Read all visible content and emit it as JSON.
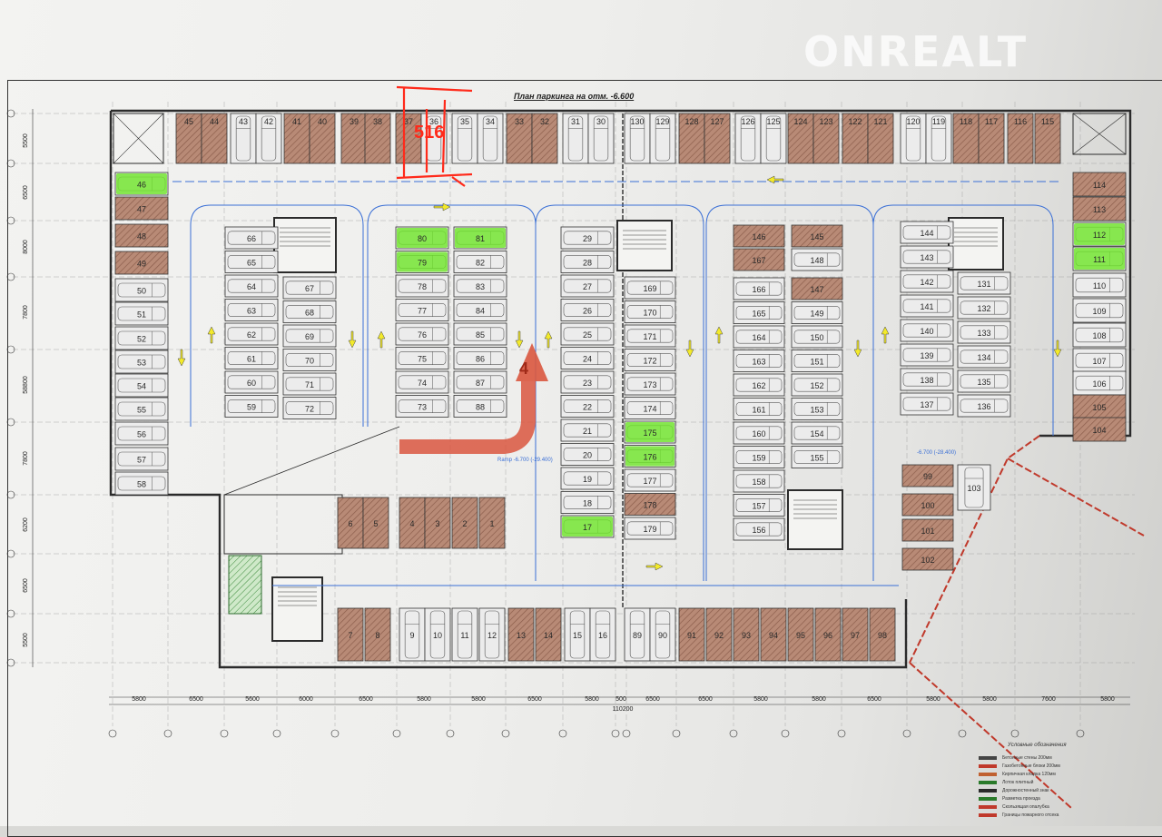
{
  "watermark": {
    "brand": "ONREALT"
  },
  "plan": {
    "title": "План паркинга на отм. -6.600"
  },
  "colors": {
    "line": "#2b2b2b",
    "space_fill": "#ececec",
    "brown_fill": "#b88a76",
    "green_fill": "#7fe03a",
    "red_mark": "#ff2a1a",
    "arrow_yellow": "#f3ea2a",
    "traffic_blue": "#3a6fd6",
    "label_green": "#1c8c2a"
  },
  "spaces": {
    "top_row": [
      "45",
      "44",
      "43",
      "42",
      "41",
      "40",
      "39",
      "38",
      "37",
      "36",
      "35",
      "34",
      "33",
      "32",
      "31",
      "30",
      "130",
      "129",
      "128",
      "127",
      "126",
      "125",
      "124",
      "123",
      "122",
      "121",
      "120",
      "119",
      "118",
      "117",
      "116",
      "115"
    ],
    "left_col": [
      "46",
      "47",
      "48",
      "49",
      "50",
      "51",
      "52",
      "53",
      "54",
      "55",
      "56",
      "57",
      "58"
    ],
    "right_col": [
      "114",
      "113",
      "112",
      "111",
      "110",
      "109",
      "108",
      "107",
      "106",
      "105",
      "104"
    ],
    "block_a_left": [
      "66",
      "65",
      "64",
      "63",
      "62",
      "61",
      "60",
      "59"
    ],
    "block_a_right": [
      "67",
      "68",
      "69",
      "70",
      "71",
      "72"
    ],
    "block_b_left": [
      "80",
      "79",
      "78",
      "77",
      "76",
      "75",
      "74",
      "73"
    ],
    "block_b_right": [
      "81",
      "82",
      "83",
      "84",
      "85",
      "86",
      "87",
      "88"
    ],
    "block_c_left": [
      "29",
      "28",
      "27",
      "26",
      "25",
      "24",
      "23",
      "22",
      "21",
      "20",
      "19",
      "18",
      "17"
    ],
    "block_c_right": [
      "169",
      "170",
      "171",
      "172",
      "173",
      "174",
      "175",
      "176",
      "177",
      "178",
      "179"
    ],
    "block_d_left": [
      "146",
      "167",
      "166",
      "165",
      "164",
      "163",
      "162",
      "161",
      "160",
      "159",
      "158",
      "157",
      "156"
    ],
    "block_d_right": [
      "145",
      "148",
      "147",
      "149",
      "150",
      "151",
      "152",
      "153",
      "154",
      "155"
    ],
    "block_e_left": [
      "144",
      "143",
      "142",
      "141",
      "140",
      "139",
      "138",
      "137"
    ],
    "block_e_right": [
      "131",
      "132",
      "133",
      "134",
      "135",
      "136"
    ],
    "bottom_mid": [
      "6",
      "5",
      "4",
      "3",
      "2",
      "1"
    ],
    "bottom_row": [
      "7",
      "8",
      "9",
      "10",
      "11",
      "12",
      "13",
      "14",
      "15",
      "16",
      "89",
      "90",
      "91",
      "92",
      "93",
      "94",
      "95",
      "96",
      "97",
      "98"
    ],
    "lower_right": [
      "99",
      "100",
      "101",
      "102",
      "103"
    ]
  },
  "dimensions": {
    "bottom": [
      "5800",
      "6500",
      "5600",
      "6000",
      "6500",
      "5800",
      "5800",
      "6500",
      "5800",
      "500",
      "6500",
      "6500",
      "5800",
      "5800",
      "6500",
      "5800",
      "5800",
      "7600",
      "5800"
    ],
    "total": "110200",
    "left": [
      "5500",
      "6500",
      "8000",
      "7800",
      "58800",
      "7800",
      "6200",
      "6500",
      "5500"
    ]
  },
  "ramp_label": "Ramp -6.700 (-29.400)",
  "ramp_label_right": "-6.700 (-28.400)",
  "legend": {
    "title": "Условные обозначения",
    "items": [
      "Бетонные стены 200мм",
      "Газобетонные блоки 200мм",
      "Кирпичная кладка 120мм",
      "Лоток плитный",
      "Дорожностенный знак",
      "Разметка проезда",
      "Скользящая опалубка",
      "Границы пожарного отсека"
    ]
  },
  "annotations": {
    "red_mark_text": "516",
    "red_arrow_num": "4"
  }
}
